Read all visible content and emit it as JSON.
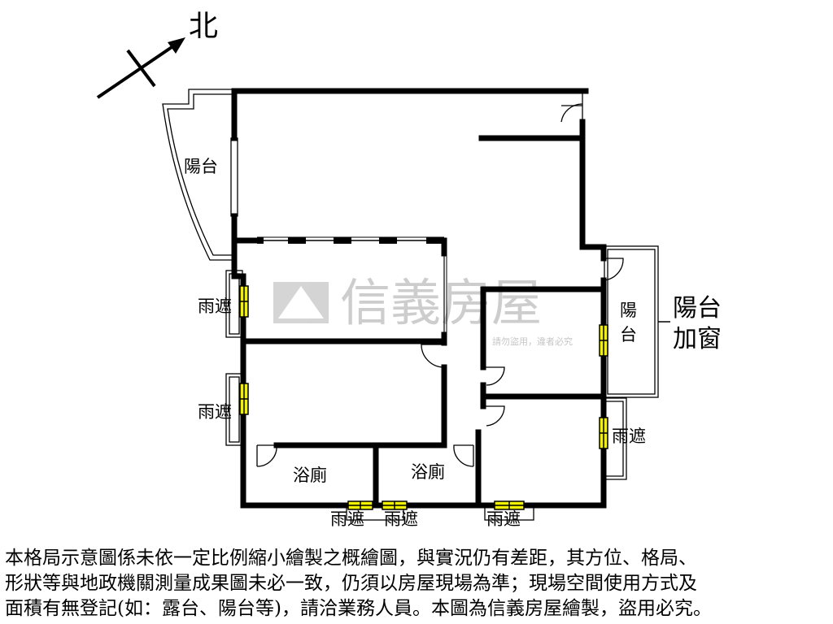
{
  "compass": {
    "north_label": "北"
  },
  "rooms": {
    "balcony_west": "陽台",
    "balcony_east_line1": "陽",
    "balcony_east_line2": "台",
    "balcony_window_line1": "陽台",
    "balcony_window_line2": "加窗",
    "bathroom_1": "浴廁",
    "bathroom_2": "浴廁"
  },
  "canopies": {
    "west_upper": "雨遮",
    "west_lower": "雨遮",
    "east": "雨遮",
    "south_1": "雨遮",
    "south_2": "雨遮",
    "south_3": "雨遮"
  },
  "watermark": {
    "brand": "信義房屋",
    "notice_suffix": "請勿盜用，違者必究"
  },
  "disclaimer": {
    "line1": "本格局示意圖係未依一定比例縮小繪製之概繪圖，與實況仍有差距，其方位、格局、",
    "line2": "形狀等與地政機關測量成果圖未必一致，仍須以房屋現場為準；現場空間使用方式及",
    "line3": "面積有無登記(如：露台、陽台等)，請洽業務人員。本圖為信義房屋繪製，盜用必究。"
  },
  "colors": {
    "wall": "#000000",
    "canopy_window": "#f2f200",
    "watermark": "#c8c8c8"
  }
}
